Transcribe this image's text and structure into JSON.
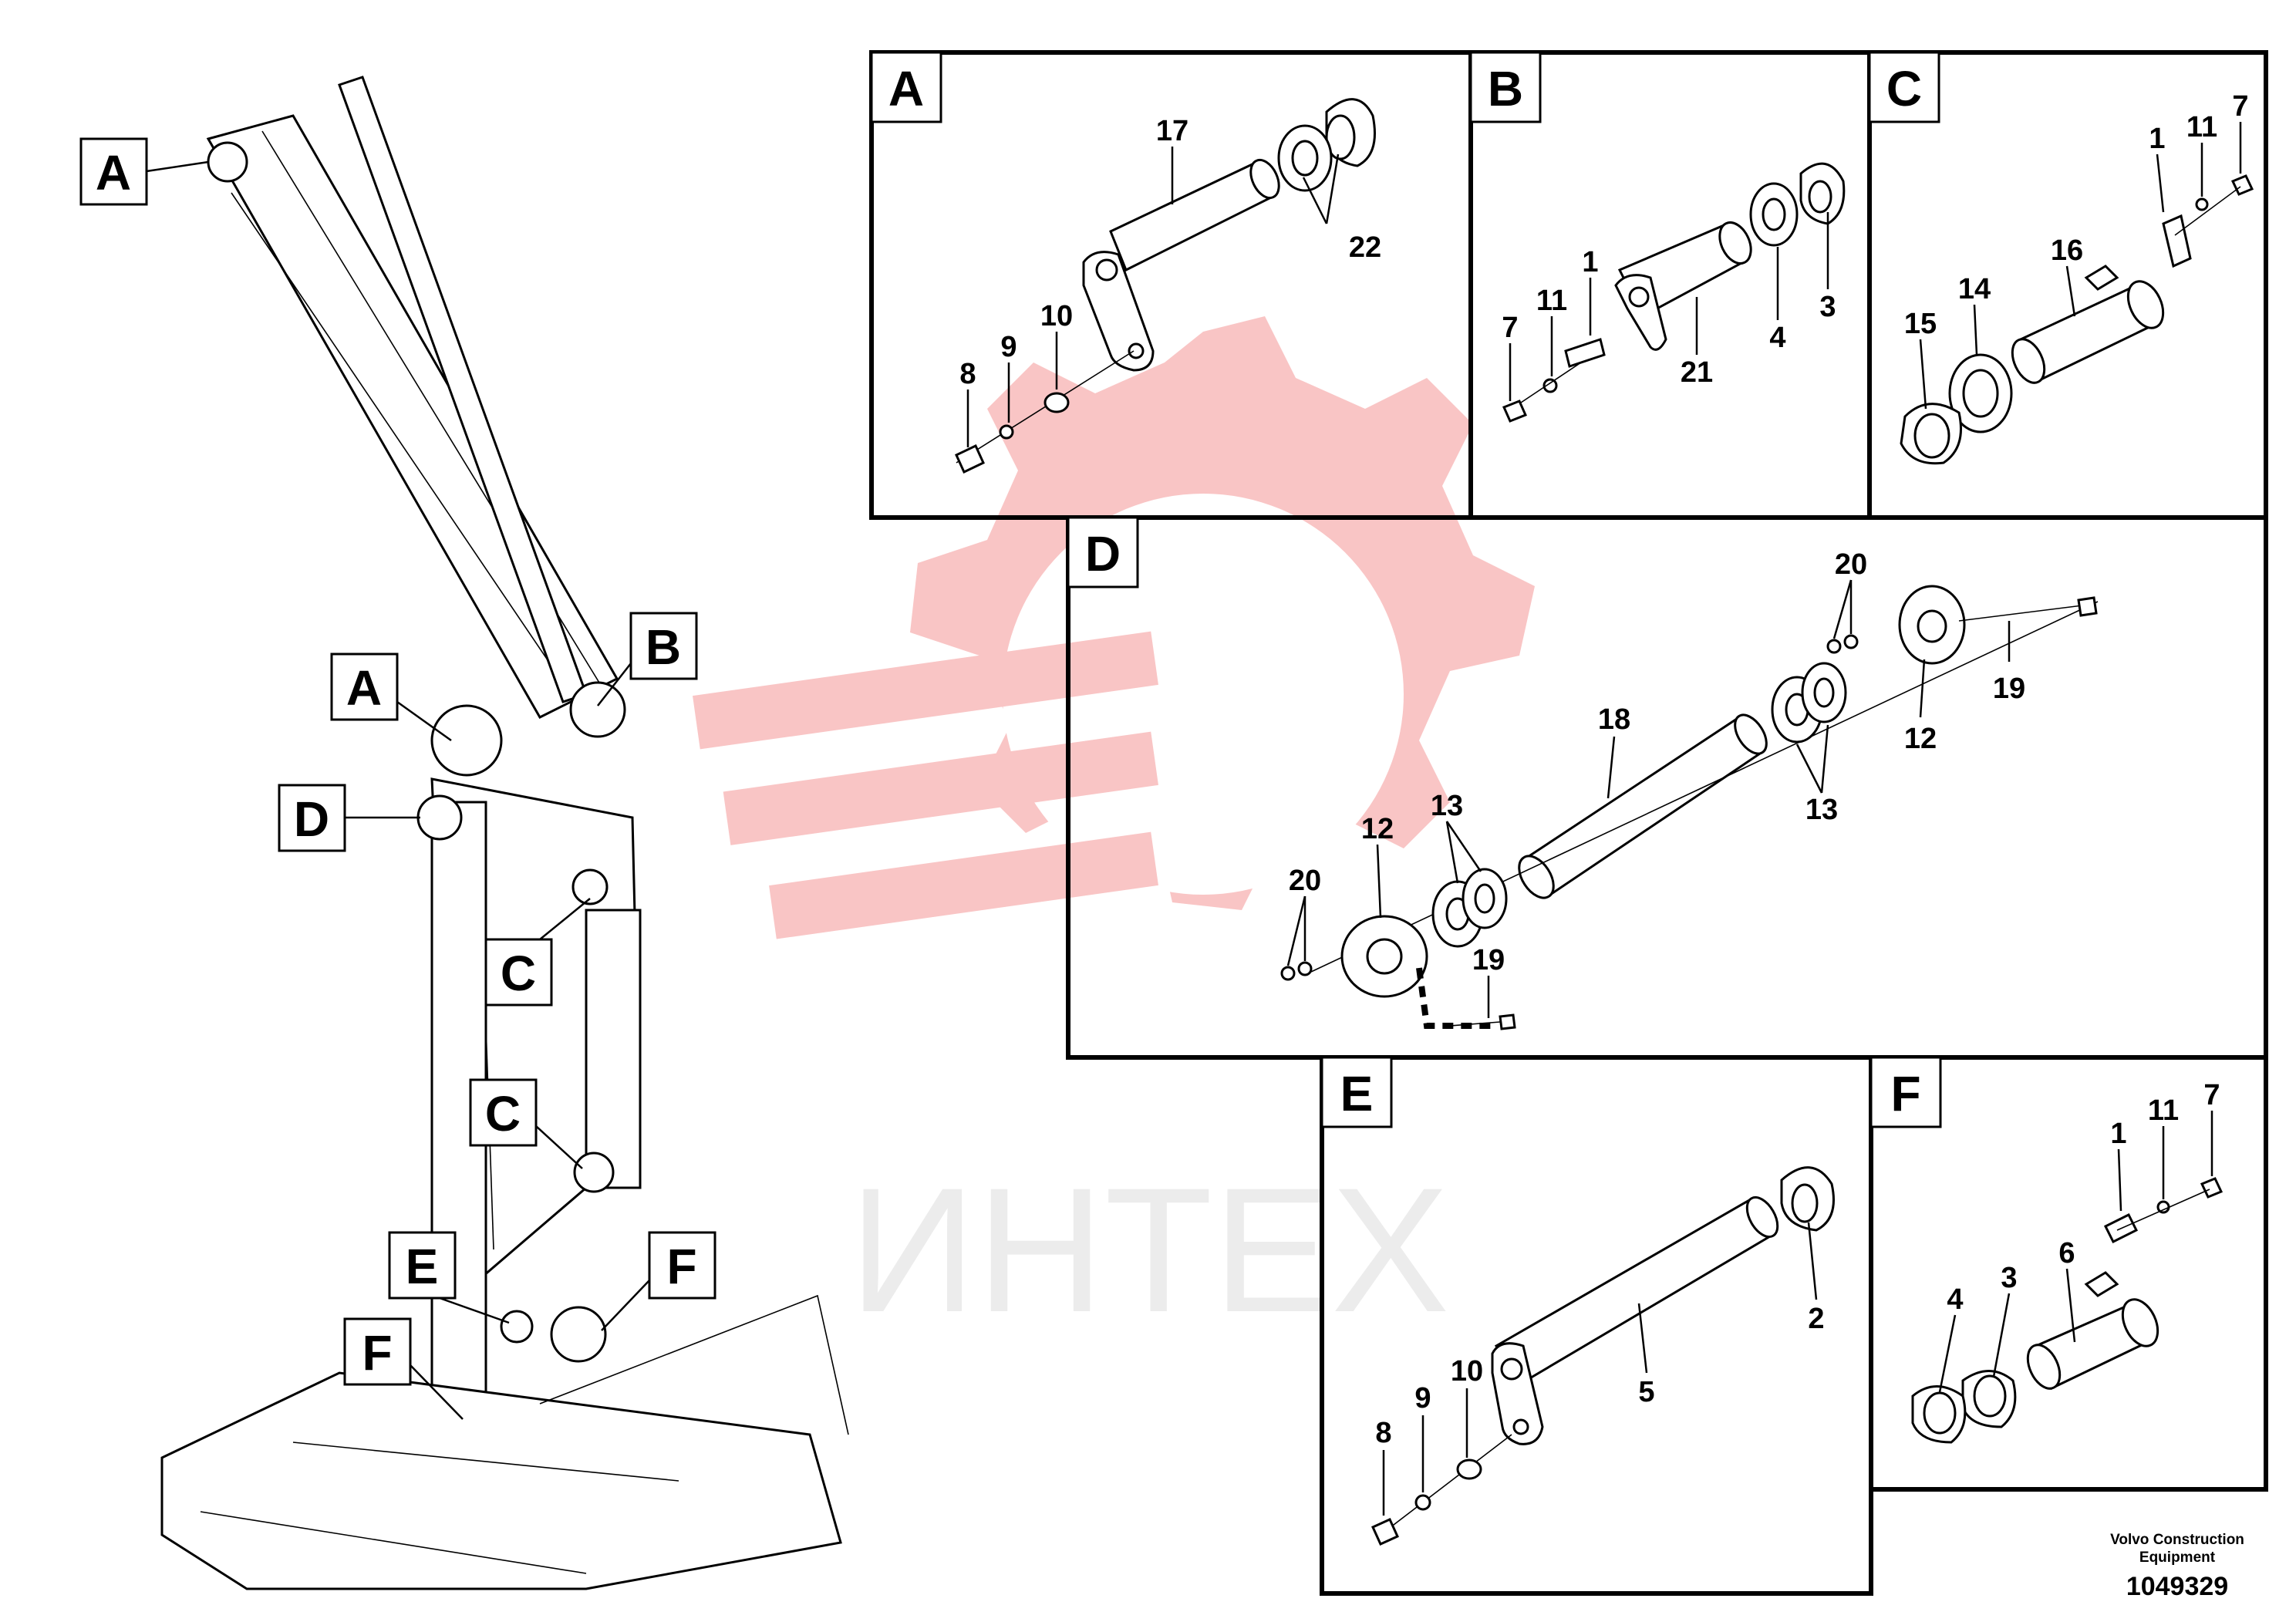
{
  "diagram": {
    "watermark": {
      "text": "ИНТЕХ",
      "color": "#f28b8b"
    },
    "footer": {
      "company": "Volvo Construction Equipment",
      "company_line1": "Volvo Construction",
      "company_line2": "Equipment",
      "drawing_number": "1049329"
    },
    "overview_callouts": [
      "A",
      "A",
      "B",
      "D",
      "C",
      "C",
      "E",
      "F",
      "F"
    ],
    "panels": [
      {
        "letter": "A",
        "part_numbers": [
          "17",
          "22",
          "8",
          "9",
          "10"
        ]
      },
      {
        "letter": "B",
        "part_numbers": [
          "1",
          "11",
          "7",
          "21",
          "4",
          "3"
        ]
      },
      {
        "letter": "C",
        "part_numbers": [
          "1",
          "11",
          "7",
          "16",
          "14",
          "15"
        ]
      },
      {
        "letter": "D",
        "part_numbers": [
          "20",
          "19",
          "12",
          "18",
          "13",
          "13",
          "12",
          "20",
          "19"
        ]
      },
      {
        "letter": "E",
        "part_numbers": [
          "2",
          "5",
          "8",
          "9",
          "10"
        ]
      },
      {
        "letter": "F",
        "part_numbers": [
          "1",
          "11",
          "7",
          "6",
          "3",
          "4"
        ]
      }
    ]
  }
}
